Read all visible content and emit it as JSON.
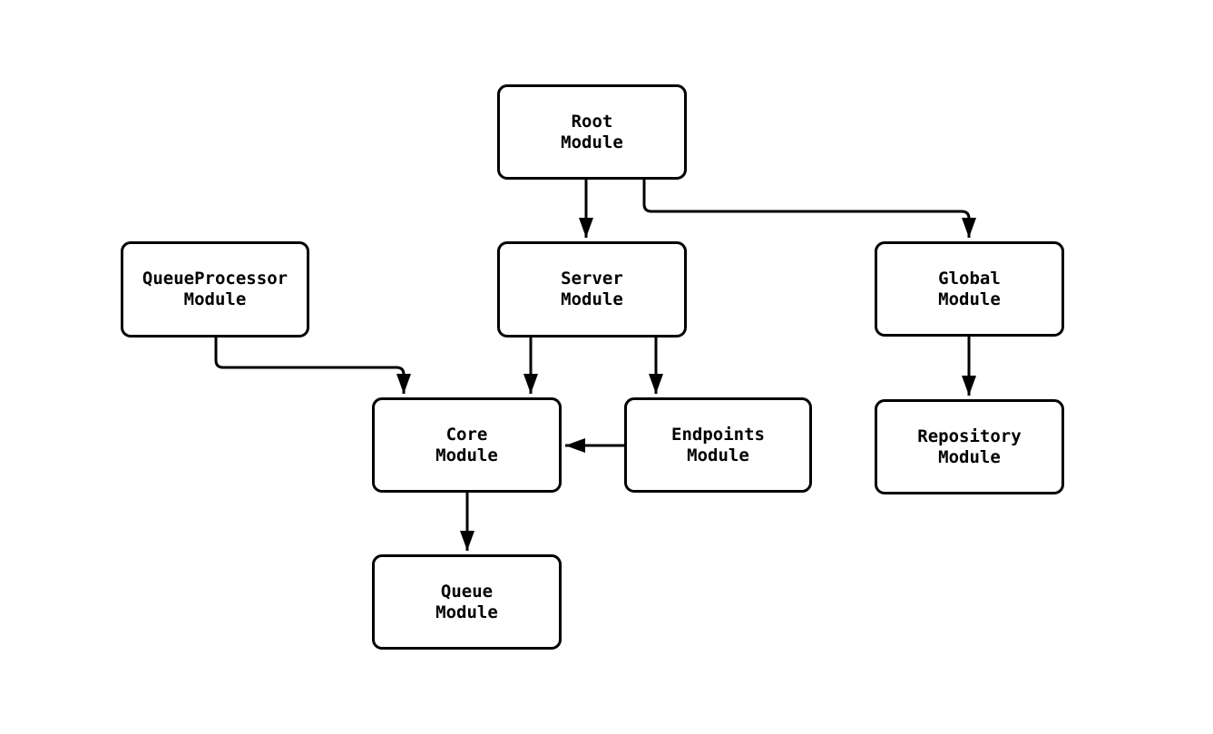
{
  "diagram": {
    "type": "flowchart",
    "direction": "top-down",
    "background_color": "#ffffff",
    "node_fill_color": "#ffffff",
    "node_border_color": "#000000",
    "edge_color": "#000000",
    "text_color": "#000000"
  },
  "nodes": [
    {
      "id": "root",
      "lines": [
        "Root",
        "Module"
      ]
    },
    {
      "id": "queueprocessor",
      "lines": [
        "QueueProcessor",
        "Module"
      ]
    },
    {
      "id": "server",
      "lines": [
        "Server",
        "Module"
      ]
    },
    {
      "id": "global",
      "lines": [
        "Global",
        "Module"
      ]
    },
    {
      "id": "core",
      "lines": [
        "Core",
        "Module"
      ]
    },
    {
      "id": "endpoints",
      "lines": [
        "Endpoints",
        "Module"
      ]
    },
    {
      "id": "repository",
      "lines": [
        "Repository",
        "Module"
      ]
    },
    {
      "id": "queue",
      "lines": [
        "Queue",
        "Module"
      ]
    }
  ],
  "edges": [
    {
      "from": "root",
      "to": "server"
    },
    {
      "from": "root",
      "to": "global"
    },
    {
      "from": "queueprocessor",
      "to": "core"
    },
    {
      "from": "server",
      "to": "core"
    },
    {
      "from": "server",
      "to": "endpoints"
    },
    {
      "from": "endpoints",
      "to": "core"
    },
    {
      "from": "global",
      "to": "repository"
    },
    {
      "from": "core",
      "to": "queue"
    }
  ]
}
